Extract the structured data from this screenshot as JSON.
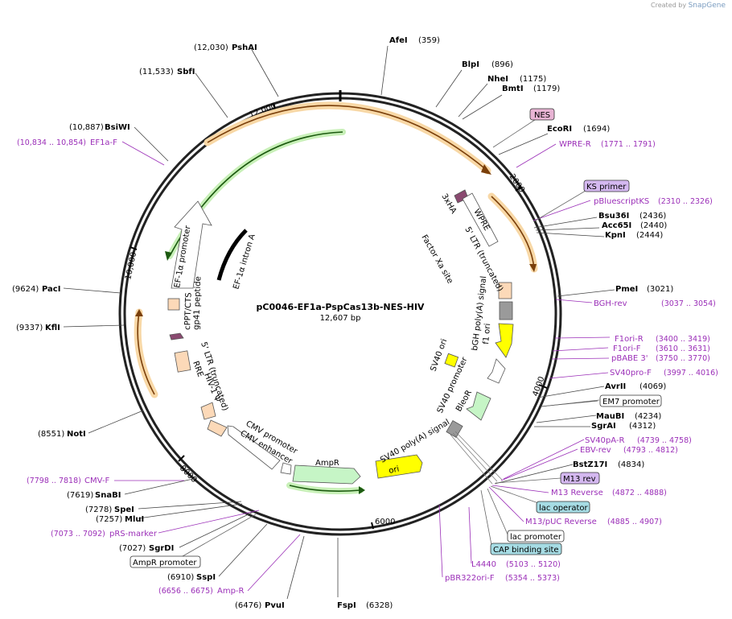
{
  "branding": {
    "created_by": "Created by",
    "brand": "SnapGene"
  },
  "map": {
    "title": "pC0046-EF1a-PspCas13b-NES-HIV",
    "size": "12,607 bp",
    "ticks": [
      "2000",
      "4000",
      "6000",
      "8000",
      "10,000",
      "12,000"
    ]
  },
  "features": {
    "nes": "NES",
    "ha3x": "3xHA",
    "wpre": "WPRE",
    "ltr_right": "5' LTR (truncated)",
    "factor_xa": "Factor Xa site",
    "bgh": "bGH poly(A) signal",
    "f1ori": "f1 ori",
    "sv40ori": "SV40 ori",
    "sv40prom": "SV40 promoter",
    "bleor": "BleoR",
    "sv40pa": "SV40 poly(A) signal",
    "ori": "ori",
    "ampr": "AmpR",
    "cmv_prom": "CMV promoter",
    "cmv_enh": "CMV enhancer",
    "hiv": "HIV-1 Ψ",
    "rre": "RRE",
    "ltr_left": "5' LTR (truncated)",
    "gp41": "gp41 peptide",
    "cppt": "cPPT/CTS",
    "ef1a_prom": "EF-1α promoter",
    "ef1a_intron": "EF-1α intron A"
  },
  "sites": {
    "afei": {
      "name": "AfeI",
      "pos": "(359)"
    },
    "blpi": {
      "name": "BlpI",
      "pos": "(896)"
    },
    "nhei": {
      "name": "NheI",
      "pos": "(1175)"
    },
    "bmti": {
      "name": "BmtI",
      "pos": "(1179)"
    },
    "nes_box": {
      "name": "NES"
    },
    "ecori": {
      "name": "EcoRI",
      "pos": "(1694)"
    },
    "wpre_r": {
      "name": "WPRE-R",
      "pos": "(1771 .. 1791)"
    },
    "ks_primer": {
      "name": "KS primer"
    },
    "pbluescript": {
      "name": "pBluescriptKS",
      "pos": "(2310 .. 2326)"
    },
    "bsu36i": {
      "name": "Bsu36I",
      "pos": "(2436)"
    },
    "acc65i": {
      "name": "Acc65I",
      "pos": "(2440)"
    },
    "kpni": {
      "name": "KpnI",
      "pos": "(2444)"
    },
    "pmei": {
      "name": "PmeI",
      "pos": "(3021)"
    },
    "bgh_rev": {
      "name": "BGH-rev",
      "pos": "(3037 .. 3054)"
    },
    "f1ori_r": {
      "name": "F1ori-R",
      "pos": "(3400 .. 3419)"
    },
    "f1ori_f": {
      "name": "F1ori-F",
      "pos": "(3610 .. 3631)"
    },
    "pbabe3": {
      "name": "pBABE 3'",
      "pos": "(3750 .. 3770)"
    },
    "sv40pro_f": {
      "name": "SV40pro-F",
      "pos": "(3997 .. 4016)"
    },
    "avrii": {
      "name": "AvrII",
      "pos": "(4069)"
    },
    "em7": {
      "name": "EM7 promoter"
    },
    "maubi": {
      "name": "MauBI",
      "pos": "(4234)"
    },
    "sgrai": {
      "name": "SgrAI",
      "pos": "(4312)"
    },
    "sv40pa_r": {
      "name": "SV40pA-R",
      "pos": "(4739 .. 4758)"
    },
    "ebv_rev": {
      "name": "EBV-rev",
      "pos": "(4793 .. 4812)"
    },
    "bstz17i": {
      "name": "BstZ17I",
      "pos": "(4834)"
    },
    "m13rev_box": {
      "name": "M13 rev"
    },
    "m13reverse": {
      "name": "M13 Reverse",
      "pos": "(4872 .. 4888)"
    },
    "lac_op": {
      "name": "lac operator"
    },
    "m13puc": {
      "name": "M13/pUC Reverse",
      "pos": "(4885 .. 4907)"
    },
    "lac_prom": {
      "name": "lac promoter"
    },
    "cap": {
      "name": "CAP binding site"
    },
    "l4440": {
      "name": "L4440",
      "pos": "(5103 .. 5120)"
    },
    "pbr322": {
      "name": "pBR322ori-F",
      "pos": "(5354 .. 5373)"
    },
    "fspi": {
      "name": "FspI",
      "pos": "(6328)"
    },
    "pvui": {
      "name": "PvuI",
      "pos": "(6476)"
    },
    "amp_r": {
      "name": "Amp-R",
      "pos": "(6656 .. 6675)"
    },
    "sspi": {
      "name": "SspI",
      "pos": "(6910)"
    },
    "ampr_prom": {
      "name": "AmpR promoter"
    },
    "sgrdi": {
      "name": "SgrDI",
      "pos": "(7027)"
    },
    "prs": {
      "name": "pRS-marker",
      "pos": "(7073 .. 7092)"
    },
    "mlui": {
      "name": "MluI",
      "pos": "(7257)"
    },
    "spei": {
      "name": "SpeI",
      "pos": "(7278)"
    },
    "snabi": {
      "name": "SnaBI",
      "pos": "(7619)"
    },
    "cmv_f": {
      "name": "CMV-F",
      "pos": "(7798 .. 7818)"
    },
    "noti": {
      "name": "NotI",
      "pos": "(8551)"
    },
    "kfli": {
      "name": "KflI",
      "pos": "(9337)"
    },
    "paci": {
      "name": "PacI",
      "pos": "(9624)"
    },
    "ef1a_f": {
      "name": "EF1a-F",
      "pos": "(10,834 .. 10,854)"
    },
    "bsiwi": {
      "name": "BsiWI",
      "pos": "(10,887)"
    },
    "sbfi": {
      "name": "SbfI",
      "pos": "(11,533)"
    },
    "pshai": {
      "name": "PshAI",
      "pos": "(12,030)"
    }
  }
}
